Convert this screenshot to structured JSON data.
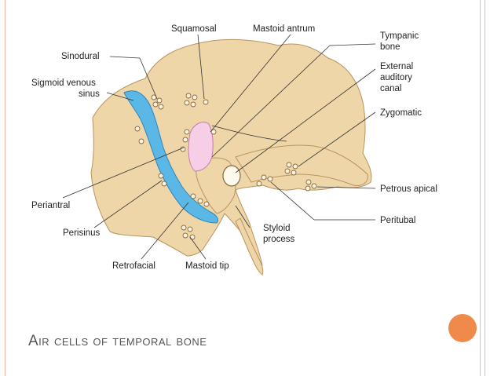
{
  "slide": {
    "title": "Air cells of temporal bone",
    "accent_color": "#f08a4b",
    "border_color": "#f0b9a8"
  },
  "diagram": {
    "bone_color": "#efd6a8",
    "sinus_color": "#5bb8e6",
    "antrum_color": "#f6cfe6",
    "labels": {
      "squamosal": "Squamosal",
      "mastoid_antrum": "Mastoid antrum",
      "tympanic_bone_1": "Tympanic",
      "tympanic_bone_2": "bone",
      "sinodural": "Sinodural",
      "sigmoid_1": "Sigmoid venous",
      "sigmoid_2": "sinus",
      "external_1": "External",
      "external_2": "auditory",
      "external_3": "canal",
      "zygomatic": "Zygomatic",
      "periantral": "Periantral",
      "petrous_apical": "Petrous apical",
      "peritubal": "Peritubal",
      "perisinus": "Perisinus",
      "styloid_1": "Styloid",
      "styloid_2": "process",
      "retrofacial": "Retrofacial",
      "mastoid_tip": "Mastoid tip"
    }
  }
}
